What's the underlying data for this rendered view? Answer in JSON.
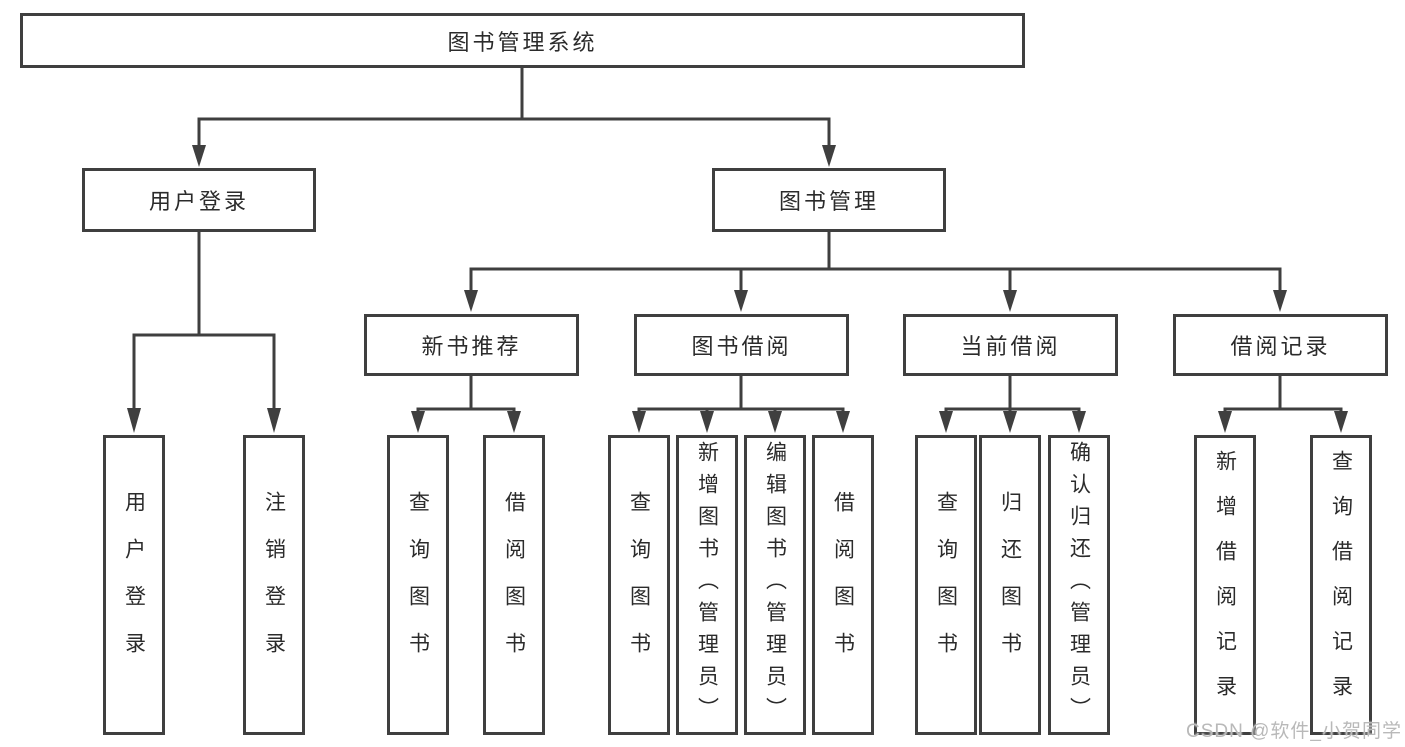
{
  "nodes": {
    "root": "图书管理系统",
    "level2": [
      "用户登录",
      "图书管理"
    ],
    "level3": [
      "新书推荐",
      "图书借阅",
      "当前借阅",
      "借阅记录"
    ],
    "leaves": [
      "用户登录",
      "注销登录",
      "查询图书",
      "借阅图书",
      "查询图书",
      "新增图书（管理员）",
      "编辑图书（管理员）",
      "借阅图书",
      "查询图书",
      "归还图书",
      "确认归还（管理员）",
      "新增借阅记录",
      "查询借阅记录"
    ]
  },
  "watermark": "CSDN @软件_小贺同学",
  "colors": {
    "line": "#3f3f3f",
    "text": "#2b2b2b",
    "watermark": "#b9b9b9",
    "background": "#ffffff"
  }
}
